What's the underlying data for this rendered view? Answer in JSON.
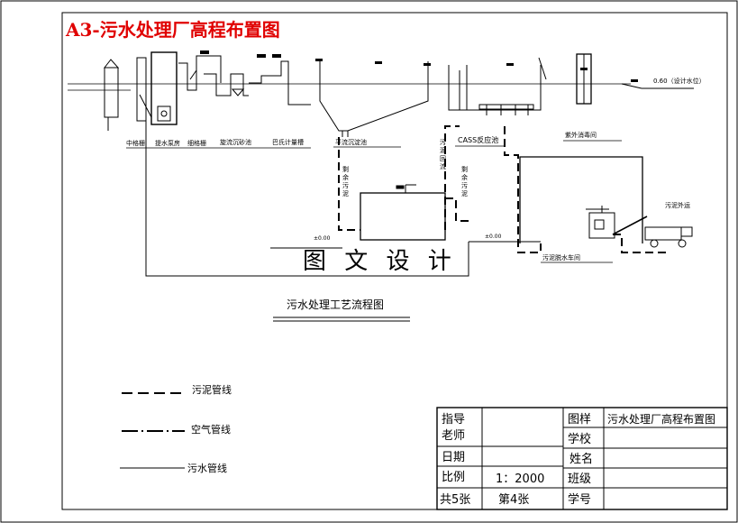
{
  "sheet": {
    "title": "A3-污水处理厂高程布置图",
    "title_color": "#e00000",
    "watermark": "图 文 设 计",
    "caption": "污水处理工艺流程图"
  },
  "units": {
    "zhongge": "中格栅",
    "tishui": "提水泵房",
    "xige": "细格栅",
    "xuanliu": "旋流沉砂池",
    "bashi": "巴氏计量槽",
    "pingliu": "平流沉淀池",
    "cass": "CASS反应池",
    "ziwai": "紫外消毒间",
    "wunihuiliu": "污泥回流",
    "shengyu1": "剩余污泥",
    "shengyu2": "剩余污泥",
    "tuoshui": "污泥脱水车间",
    "waiyun": "污泥外运",
    "design_level": "0.60（设计水位）"
  },
  "legend": {
    "sludge": "污泥管线",
    "air": "空气管线",
    "sewage": "污水管线"
  },
  "titleblock": {
    "advisor_l1": "指导",
    "advisor_l2": "老师",
    "date": "日期",
    "scale_label": "比例",
    "scale_value": "1：2000",
    "sheets": "共5张",
    "sheet_no": "第4张",
    "drawing_label": "图样",
    "drawing_value": "污水处理厂高程布置图",
    "school": "学校",
    "name": "姓名",
    "class": "班级",
    "student_no": "学号"
  }
}
